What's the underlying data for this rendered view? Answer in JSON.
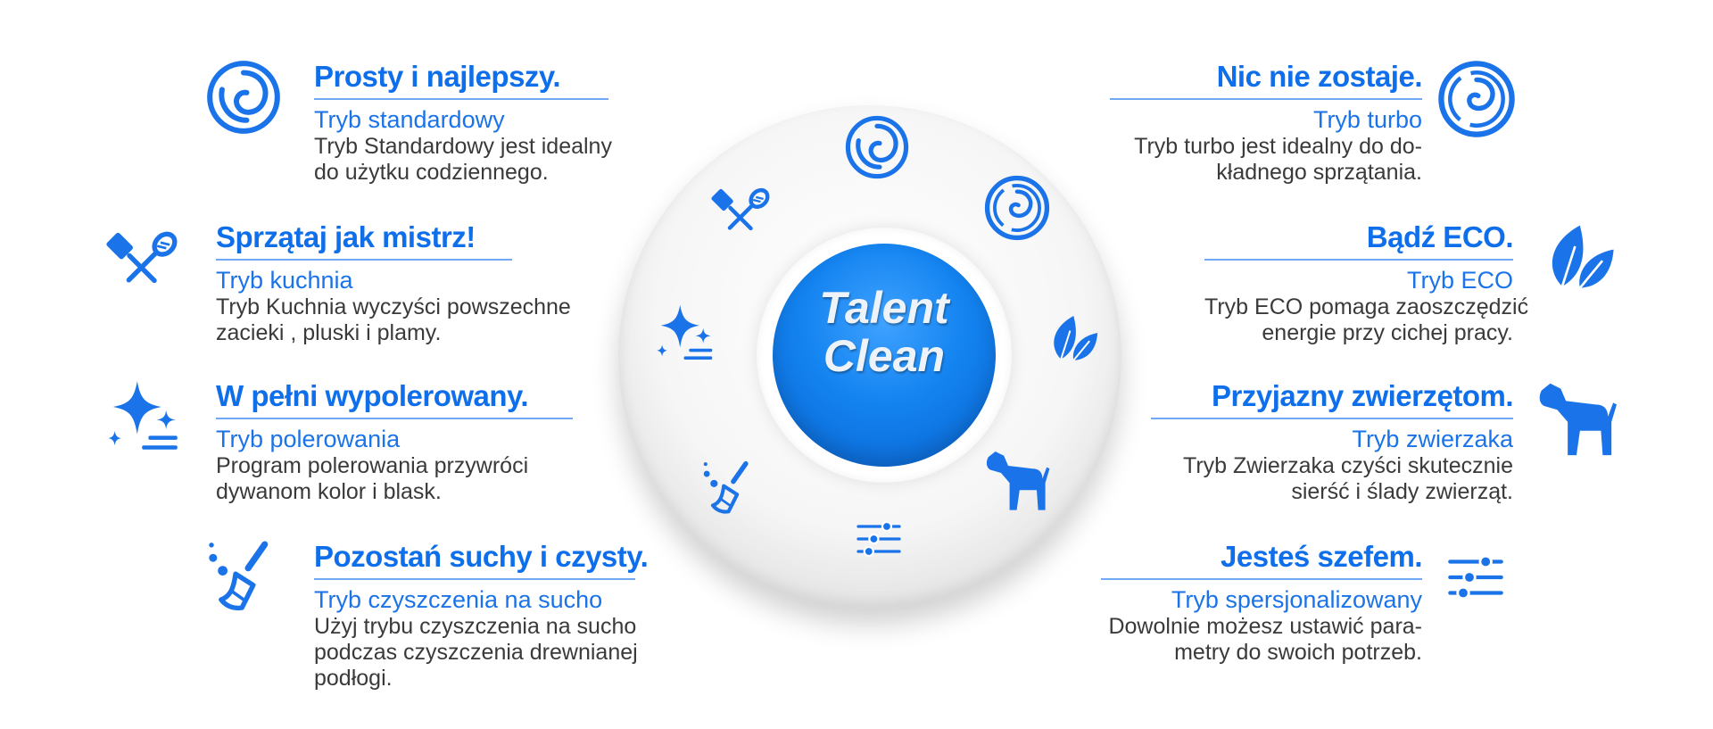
{
  "brand": {
    "line1": "Talent",
    "line2": "Clean"
  },
  "colors": {
    "accent": "#1a73e8",
    "title": "#0f6fea",
    "text": "#3a3a3a",
    "rule": "#6fa8f5"
  },
  "left_features": [
    {
      "title": "Prosty i najlepszy.",
      "mode": "Tryb standardowy",
      "desc": [
        "Tryb Standardowy jest idealny",
        "do użytku codziennego."
      ],
      "icon": "swirl-icon"
    },
    {
      "title": "Sprzątaj jak mistrz!",
      "mode": "Tryb kuchnia",
      "desc": [
        "Tryb Kuchnia wyczyści powszechne",
        "zacieki , pluski i plamy."
      ],
      "icon": "kitchen-tools-icon"
    },
    {
      "title": "W pełni wypolerowany.",
      "mode": "Tryb polerowania",
      "desc": [
        "Program polerowania przywróci",
        "dywanom kolor i blask."
      ],
      "icon": "sparkle-icon"
    },
    {
      "title": "Pozostań suchy i czysty.",
      "mode": "Tryb czyszczenia na sucho",
      "desc": [
        "Użyj trybu czyszczenia na sucho",
        "podczas czyszczenia drewnianej",
        "podłogi."
      ],
      "icon": "broom-icon"
    }
  ],
  "right_features": [
    {
      "title": "Nic nie zostaje.",
      "mode": "Tryb turbo",
      "desc": [
        "Tryb turbo jest idealny do do-",
        "kładnego sprzątania."
      ],
      "icon": "turbo-swirl-icon"
    },
    {
      "title": "Bądź ECO.",
      "mode": "Tryb ECO",
      "desc": [
        "Tryb ECO pomaga zaoszczędzić",
        "energie przy cichej pracy."
      ],
      "icon": "leaf-icon"
    },
    {
      "title": "Przyjazny zwierzętom.",
      "mode": "Tryb zwierzaka",
      "desc": [
        "Tryb Zwierzaka czyści skutecznie",
        "sierść i ślady zwierząt."
      ],
      "icon": "dog-icon"
    },
    {
      "title": "Jesteś szefem.",
      "mode": "Tryb spersjonalizowany",
      "desc": [
        "Dowolnie możesz ustawić para-",
        "metry do swoich potrzeb."
      ],
      "icon": "sliders-icon"
    }
  ]
}
